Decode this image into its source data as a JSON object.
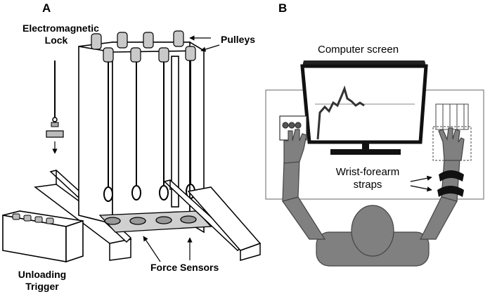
{
  "panel_a": {
    "letter": "A",
    "labels": {
      "lock": "Electromagnetic Lock",
      "pulleys": "Pulleys",
      "sensors": "Force Sensors",
      "trigger": "Unloading Trigger"
    }
  },
  "panel_b": {
    "letter": "B",
    "labels": {
      "screen": "Computer screen",
      "straps": "Wrist-forearm straps"
    }
  }
}
